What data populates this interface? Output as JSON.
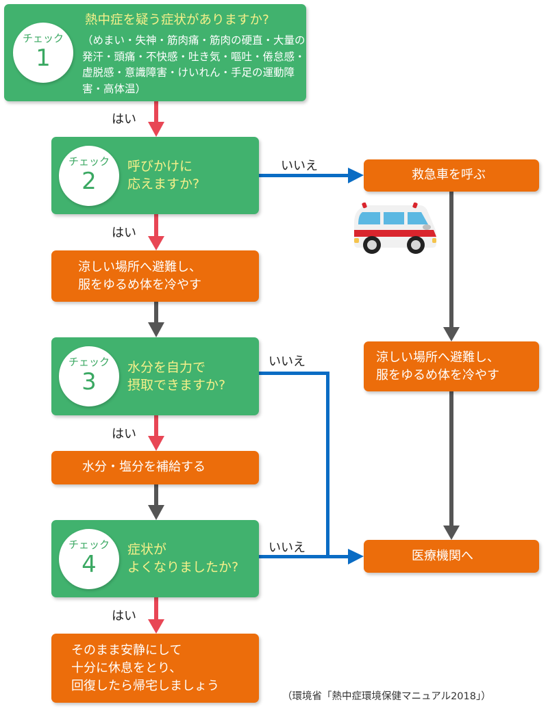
{
  "checks": [
    {
      "label": "チェック",
      "number": "1",
      "question": "熱中症を疑う症状がありますか?",
      "symptoms": "（めまい・失神・筋肉痛・筋肉の硬直・大量の発汗・頭痛・不快感・吐き気・嘔吐・倦怠感・虚脱感・意識障害・けいれん・手足の運動障害・高体温）"
    },
    {
      "label": "チェック",
      "number": "2",
      "question_line1": "呼びかけに",
      "question_line2": "応えますか?"
    },
    {
      "label": "チェック",
      "number": "3",
      "question_line1": "水分を自力で",
      "question_line2": "摂取できますか?"
    },
    {
      "label": "チェック",
      "number": "4",
      "question_line1": "症状が",
      "question_line2": "よくなりましたか?"
    }
  ],
  "actions": {
    "cool_left_line1": "涼しい場所へ避難し、",
    "cool_left_line2": "服をゆるめ体を冷やす",
    "hydrate": "水分・塩分を補給する",
    "rest_line1": "そのまま安静にして",
    "rest_line2": "十分に休息をとり、",
    "rest_line3": "回復したら帰宅しましょう",
    "ambulance": "救急車を呼ぶ",
    "cool_right_line1": "涼しい場所へ避難し、",
    "cool_right_line2": "服をゆるめ体を冷やす",
    "hospital": "医療機関へ"
  },
  "labels": {
    "yes": "はい",
    "no": "いいえ"
  },
  "icons": {
    "ambulance": "ambulance-icon"
  },
  "colors": {
    "check_box": "#41b26e",
    "action_box": "#ec6d0b",
    "question_text": "#f6f08a",
    "yes_arrow": "#e84655",
    "no_arrow": "#0a6cc4",
    "flow_arrow": "#555555"
  },
  "caption": "（環境省「熱中症環境保健マニュアル2018」）"
}
